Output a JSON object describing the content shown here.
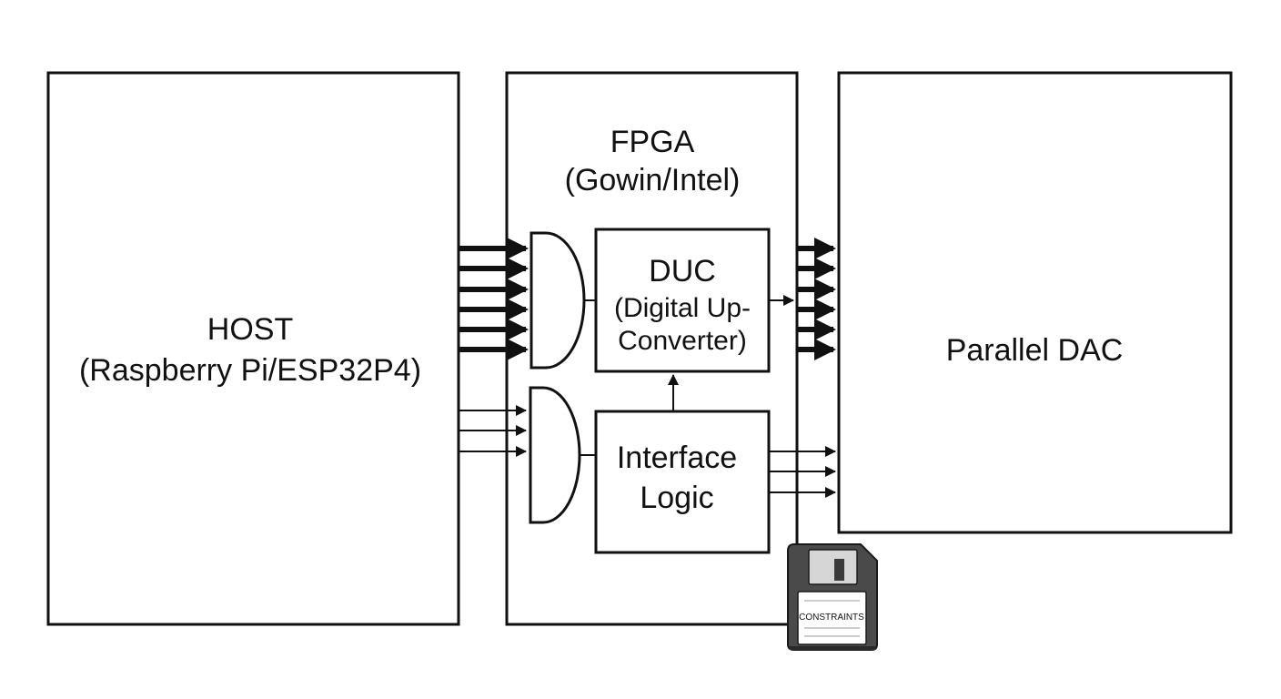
{
  "host": {
    "line1": "HOST",
    "line2": "(Raspberry Pi/ESP32P4)"
  },
  "fpga": {
    "line1": "FPGA",
    "line2": "(Gowin/Intel)"
  },
  "duc": {
    "line1": "DUC",
    "line2": "(Digital Up-",
    "line3": "Converter)"
  },
  "interface_logic": {
    "line1": "Interface",
    "line2": "Logic"
  },
  "dac": {
    "label": "Parallel DAC"
  },
  "floppy": {
    "label": "CONSTRAINTS",
    "icon": "floppy-disk-icon"
  },
  "colors": {
    "stroke": "#111111",
    "background": "#ffffff",
    "floppy_body": "#4a4a4a"
  }
}
